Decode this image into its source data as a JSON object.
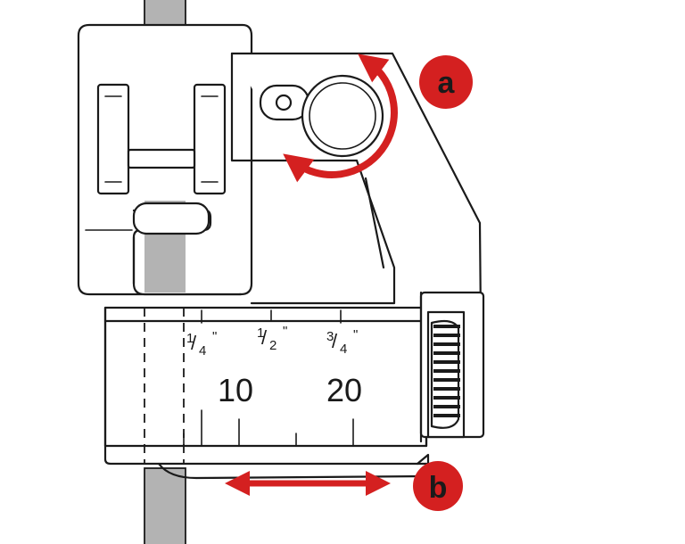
{
  "labels": {
    "callout_a": "a",
    "callout_b": "b"
  },
  "scale": {
    "quarter_num": "1",
    "quarter_den": "4",
    "half_num": "1",
    "half_den": "2",
    "three_quarter_num": "3",
    "three_quarter_den": "4",
    "inch_mark": "\"",
    "mm_10": "10",
    "mm_20": "20"
  },
  "colors": {
    "accent": "#d42020",
    "line": "#1a1a1a",
    "rod": "#b3b3b3"
  },
  "icons": {
    "rotate": "curved-double-arrow-icon",
    "slide": "horizontal-double-arrow-icon"
  }
}
